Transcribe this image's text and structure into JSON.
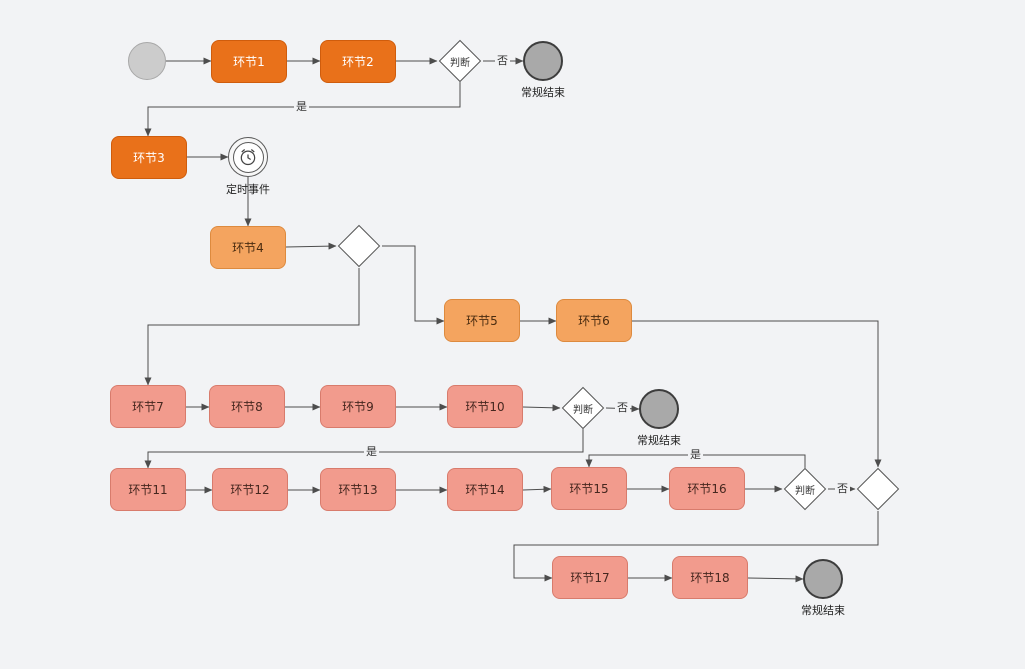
{
  "diagram": {
    "tasks": [
      "环节1",
      "环节2",
      "环节3",
      "环节4",
      "环节5",
      "环节6",
      "环节7",
      "环节8",
      "环节9",
      "环节10",
      "环节11",
      "环节12",
      "环节13",
      "环节14",
      "环节15",
      "环节16",
      "环节17",
      "环节18"
    ],
    "decision_label": "判断",
    "end_label": "常规结束",
    "timer_label": "定时事件",
    "branch_yes": "是",
    "branch_no": "否",
    "colors": {
      "canvas_background": "#f2f3f5",
      "task_deep_orange": "#e9711a",
      "task_light_orange": "#f4a45f",
      "task_salmon": "#f29b8d",
      "start_circle_fill": "#cccccc",
      "end_circle_fill": "#a9a9a9",
      "connector": "#4d4d4d"
    }
  }
}
